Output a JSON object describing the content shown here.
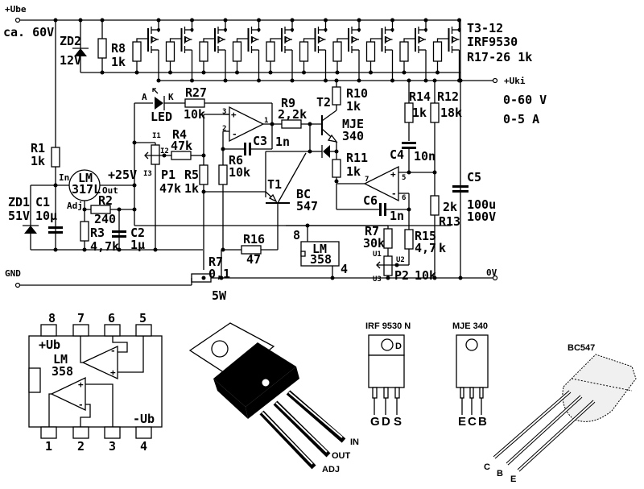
{
  "supply": {
    "input_label": "+Ube",
    "input_voltage": "ca. 60V",
    "output_label": "+Uki",
    "output_range_v": "0-60 V",
    "output_range_a": "0-5 A",
    "gnd_label": "GND",
    "zero_label": "0V",
    "reg_voltage": "+25V"
  },
  "mosfets": {
    "name": "T3-12",
    "type": "IRF9530",
    "resistors": "R17-26  1k",
    "count": 10
  },
  "components": {
    "zd2": {
      "name": "ZD2",
      "value": "12V"
    },
    "r8": {
      "name": "R8",
      "value": "1k"
    },
    "r1": {
      "name": "R1",
      "value": "1k"
    },
    "zd1": {
      "name": "ZD1",
      "value": "51V"
    },
    "c1": {
      "name": "C1",
      "value": "10µ"
    },
    "lm317": {
      "line1": "LM",
      "line2": "317L",
      "in": "In",
      "out": "Out",
      "adj": "Adj"
    },
    "r2": {
      "name": "R2",
      "value": "240"
    },
    "r3": {
      "name": "R3",
      "value": "4,7k"
    },
    "c2": {
      "name": "C2",
      "value": "1µ"
    },
    "led": {
      "name": "LED",
      "anode": "A",
      "cathode": "K"
    },
    "r27": {
      "name": "R27",
      "value": "10k"
    },
    "p1": {
      "name": "P1",
      "value": "47k",
      "i1": "I1",
      "i2": "I2",
      "i3": "I3"
    },
    "r4": {
      "name": "R4",
      "value": "47k"
    },
    "r5": {
      "name": "R5",
      "value": "1k"
    },
    "r6": {
      "name": "R6",
      "value": "10k"
    },
    "c3": {
      "name": "C3",
      "value": "1n"
    },
    "opamp1": {
      "pin_plus": "3",
      "pin_minus": "2",
      "pin_out": "1",
      "plus": "+",
      "minus": "-"
    },
    "r9": {
      "name": "R9",
      "value": "2,2k"
    },
    "t2": {
      "name": "T2",
      "type_line1": "MJE",
      "type_line2": "340"
    },
    "t1": {
      "name": "T1",
      "type_line1": "BC",
      "type_line2": "547"
    },
    "r10": {
      "name": "R10",
      "value": "1k"
    },
    "r11": {
      "name": "R11",
      "value": "1k"
    },
    "r14": {
      "name": "R14",
      "value": "1k"
    },
    "r12": {
      "name": "R12",
      "value": "18k"
    },
    "c4": {
      "name": "C4",
      "value": "10n"
    },
    "opamp2": {
      "pin_plus": "5",
      "pin_minus": "6",
      "pin_out": "7",
      "plus": "+",
      "minus": "-"
    },
    "c6": {
      "name": "C6",
      "value": "1n"
    },
    "r13": {
      "name": "R13",
      "value": "2k"
    },
    "c5": {
      "name": "C5",
      "value": "100u",
      "voltage": "100V"
    },
    "r15": {
      "name": "R15",
      "value": "4,7",
      "value_k": "k"
    },
    "r7b": {
      "name": "R7",
      "value": "30k"
    },
    "p2": {
      "name": "P2",
      "value": "10k",
      "u1": "U1",
      "u2": "U2",
      "u3": "U3"
    },
    "lm358": {
      "line1": "LM",
      "line2": "358",
      "pin8": "8",
      "pin4": "4"
    },
    "r7": {
      "name": "R7",
      "value": "0,1",
      "power": "5W"
    },
    "r16": {
      "name": "R16",
      "value": "47"
    }
  },
  "pinouts": {
    "lm358": {
      "title1": "LM",
      "title2": "358",
      "vplus": "+Ub",
      "vminus": "-Ub",
      "top_pins": [
        "8",
        "7",
        "6",
        "5"
      ],
      "bottom_pins": [
        "1",
        "2",
        "3",
        "4"
      ]
    },
    "lm317": {
      "pins": [
        "IN",
        "OUT",
        "ADJ"
      ]
    },
    "irf9530": {
      "title": "IRF 9530 N",
      "tab": "D",
      "pins": [
        "G",
        "D",
        "S"
      ]
    },
    "mje340": {
      "title": "MJE 340",
      "pins": [
        "E",
        "C",
        "B"
      ]
    },
    "bc547": {
      "title": "BC547",
      "pins": [
        "C",
        "B",
        "E"
      ]
    }
  }
}
